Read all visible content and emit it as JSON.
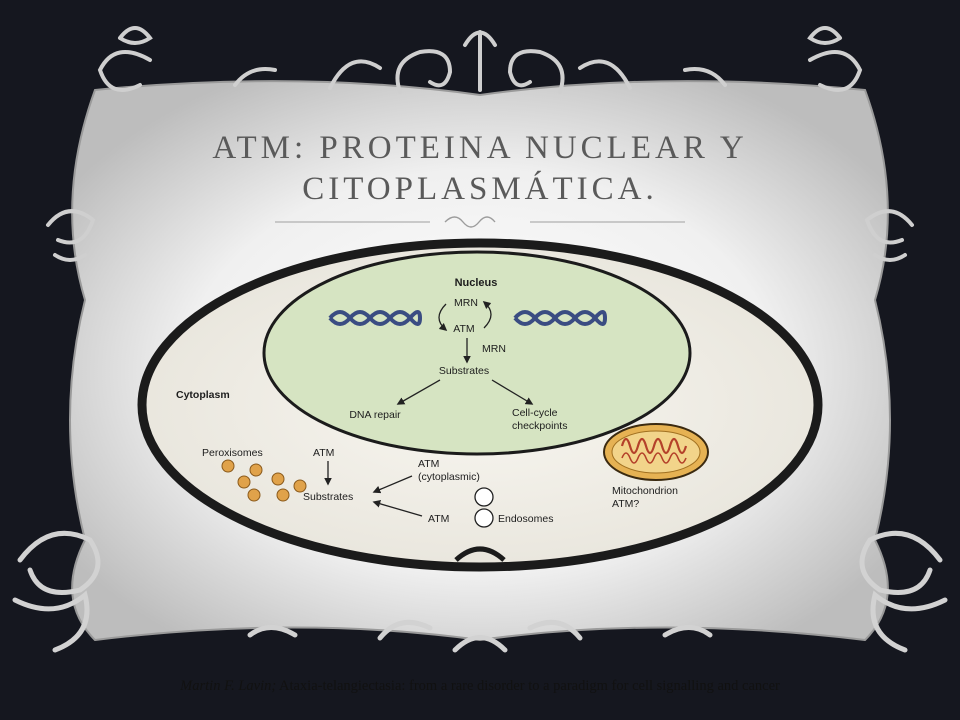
{
  "slide": {
    "title_line1": "ATM: PROTEINA NUCLEAR Y",
    "title_line2": "CITOPLASMÁTICA.",
    "citation_author": "Martin F. Lavin;",
    "citation_text": " Ataxia-telangiectasia: from a rare disorder to a paradigm for cell signalling and cancer"
  },
  "diagram": {
    "nucleus_label": "Nucleus",
    "mrn_top": "MRN",
    "atm_nuclear": "ATM",
    "mrn_side": "MRN",
    "substrates_nuclear": "Substrates",
    "dna_repair": "DNA repair",
    "cellcycle_line1": "Cell-cycle",
    "cellcycle_line2": "checkpoints",
    "cytoplasm_label": "Cytoplasm",
    "peroxisomes_label": "Peroxisomes",
    "atm_peroxisome": "ATM",
    "atm_cyto_line1": "ATM",
    "atm_cyto_line2": "(cytoplasmic)",
    "substrates_cyto": "Substrates",
    "atm_endosome": "ATM",
    "endosomes_label": "Endosomes",
    "mito_line1": "Mitochondrion",
    "mito_line2": "ATM?"
  },
  "colors": {
    "background": "#15171f",
    "panel": "#e9e9e9",
    "nucleus_fill": "#d6e4c2",
    "dna": "#3a4c82",
    "peroxisome": "#e0a24a",
    "mitochondrion": "#e6b253"
  }
}
